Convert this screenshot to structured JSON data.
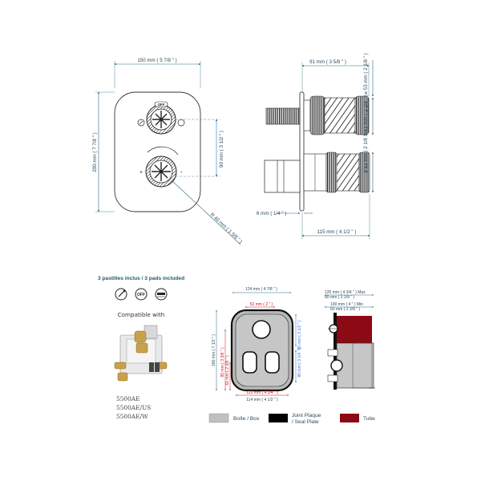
{
  "colors": {
    "dimension_line": "#2a6a7e",
    "dimension_text": "#2a4a5e",
    "red_dim": "#d0101a",
    "blue_dim": "#2a6fd6",
    "box": "#c0c0c0",
    "seal_plate": "#000000",
    "tube": "#8b0a14"
  },
  "front_view": {
    "width": "150 mm ( 5 7/8 \" )",
    "height": "200 mm ( 7 7/8 \" )",
    "spacing": "90 mm ( 3 1/2 \" )",
    "radius": "R 40 mm ( 1 5/8 \" )",
    "icons": [
      "thermostat-icon",
      "off-icon",
      "shower-icon"
    ]
  },
  "side_view": {
    "depth_top": "91 mm ( 3 5/8 \" )",
    "diameter_top": "⌀ 53 mm ( 2 1/8 \" )",
    "diameter_mid": "⌀ 53 mm ( 2 1/8 \" )",
    "diameter_bottom": "⌀ 53 mm ( 2 1/8 \" )",
    "plate": "6 mm ( 1/4 \" )",
    "depth_bottom": "115 mm ( 4 1/2 \" )"
  },
  "pads_note": "3 pastilles inclus / 3 pads included",
  "compatible_with": "Compatible with",
  "models": [
    "5500AE",
    "5500AE/US",
    "5500AE/W"
  ],
  "box_front": {
    "top": "124 mm ( 4 7/8 \" )",
    "inner_top": "52 mm ( 2 \" )",
    "left_height": "180 mm ( 7 1/2 \" )",
    "mid_left": "95 mm ( 3 3/8 \" )",
    "low_left": "61 mm ( 2 3/8 \" )",
    "right_upper": "80 mm ( 3 1/2 \" )",
    "right_lower": "80 mm ( 3 1/4 \" )",
    "bottom_inner": "122 mm ( 4 3/4 \" )",
    "bottom_outer": "114 mm ( 4 1/2 \" )"
  },
  "box_side": {
    "r1": "120 mm ( 4 3/4 \" )  Max",
    "r2": "80 mm ( 3 1/8 \" )",
    "r3": "100 mm ( 4 \" )  Min",
    "r4": "60 mm ( 2 3/8 \" )"
  },
  "legend": [
    {
      "label": "Boîte / Box",
      "color": "#c0c0c0"
    },
    {
      "label": "Joint Plaque / Seal Plate",
      "color": "#000000"
    },
    {
      "label": "Tube",
      "color": "#8b0a14"
    }
  ]
}
